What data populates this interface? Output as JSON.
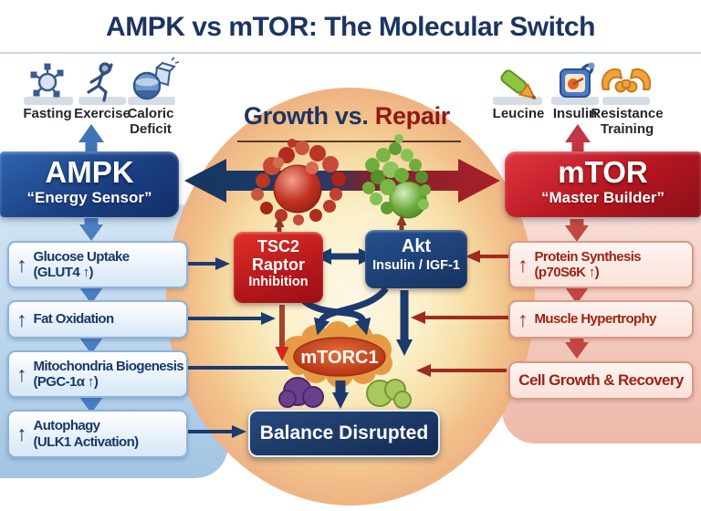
{
  "title": "AMPK vs mTOR: The Molecular Switch",
  "center": {
    "heading_growth": "Growth vs.",
    "heading_repair": "Repair",
    "tsc2": {
      "line1": "TSC2",
      "line2": "Raptor",
      "line3": "Inhibition"
    },
    "akt": {
      "line1": "Akt",
      "line2": "Insulin / IGF-1"
    },
    "mtorc1_label": "mTORC1",
    "balance_label": "Balance Disrupted"
  },
  "ampk": {
    "name": "AMPK",
    "subtitle": "“Energy Sensor”",
    "triggers": [
      {
        "label": "Fasting",
        "icon": "fasting-molecule-icon"
      },
      {
        "label": "Exercise",
        "icon": "running-person-icon"
      },
      {
        "label": "Caloric Deficit",
        "icon": "caloric-deficit-icon"
      }
    ],
    "effects": [
      {
        "arrow": "↑",
        "title": "Glucose Uptake",
        "subtitle": "(GLUT4 ↑)"
      },
      {
        "arrow": "↑",
        "title": "Fat Oxidation",
        "subtitle": ""
      },
      {
        "arrow": "↑",
        "title": "Mitochondria Biogenesis",
        "subtitle": "(PGC-1α ↑)"
      },
      {
        "arrow": "↑",
        "title": "Autophagy",
        "subtitle": "(ULK1 Activation)"
      }
    ]
  },
  "mtor": {
    "name": "mTOR",
    "subtitle": "“Master Builder”",
    "triggers": [
      {
        "label": "Leucine",
        "icon": "leucine-icon"
      },
      {
        "label": "Insulin",
        "icon": "insulin-icon"
      },
      {
        "label": "Resistance Training",
        "icon": "flex-muscles-icon"
      }
    ],
    "effects": [
      {
        "arrow": "↑",
        "title": "Protein Synthesis",
        "subtitle": "(p70S6K ↑)"
      },
      {
        "arrow": "↑",
        "title": "Muscle Hypertrophy",
        "subtitle": ""
      },
      {
        "arrow": "",
        "title": "Cell Growth & Recovery",
        "subtitle": ""
      }
    ]
  },
  "colors": {
    "ampk_blue": "#1b4489",
    "mtor_red": "#b01722",
    "navy_text": "#17386b",
    "dark_red_text": "#9e2316",
    "left_panel_blue": "#b9d4ec",
    "right_panel_pink": "#f3c9bc",
    "oval_cream": "#fdf6dd",
    "mtorc1_orange": "#d95f28",
    "purple_blob": "#6b3f8f",
    "green_blob": "#a9c95c"
  }
}
